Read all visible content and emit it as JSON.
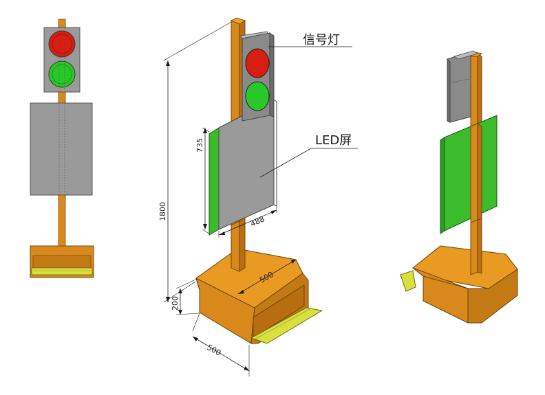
{
  "labels": {
    "signal_light": "信号灯",
    "led_screen": "LED屏"
  },
  "dimensions": {
    "total_height": "1800",
    "screen_height": "735",
    "screen_width": "488",
    "base_depth": "500",
    "base_width": "500",
    "base_height": "200"
  },
  "colors": {
    "frame": "#d9891c",
    "frame_dark": "#b96f10",
    "frame_light": "#f0a030",
    "panel": "#9a9a9a",
    "panel_dark": "#7a7a7a",
    "red_lamp": "#d81e10",
    "green_lamp": "#28c828",
    "led_green": "#3cbc2c",
    "tray_yellow": "#d8e040"
  }
}
